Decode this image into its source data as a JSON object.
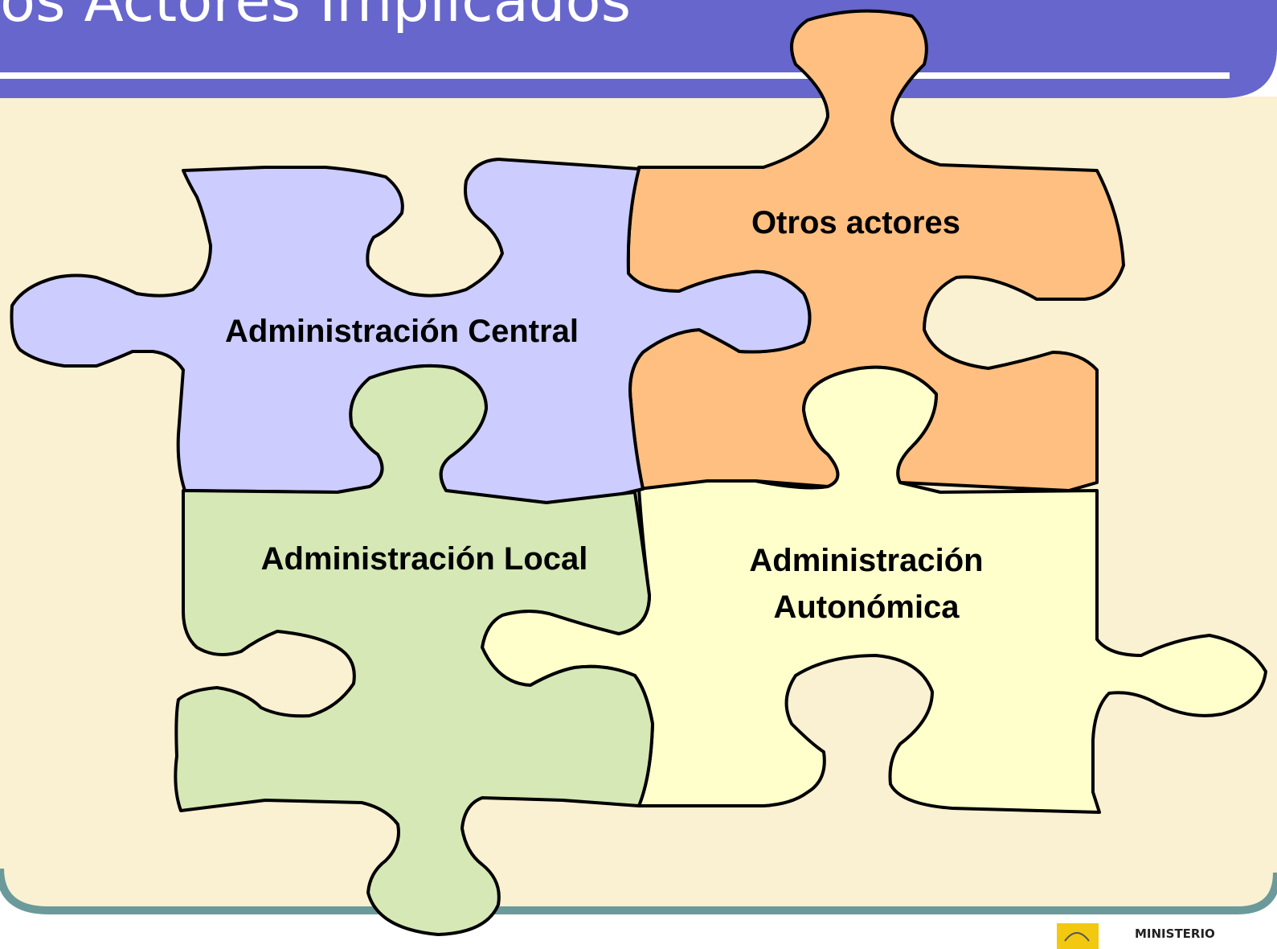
{
  "slide": {
    "title": "os Actores Implicados"
  },
  "pieces": {
    "central": {
      "label": "Administración Central",
      "color": "#CCCCFF"
    },
    "otros": {
      "label": "Otros actores",
      "color": "#FFBF80"
    },
    "local": {
      "label": "Administración Local",
      "color": "#D6E8B5"
    },
    "autonomica": {
      "label_line1": "Administración",
      "label_line2": "Autonómica",
      "color": "#FFFFCC"
    }
  },
  "colors": {
    "banner": "#6666CC",
    "content_bg": "#FAF0D2",
    "frame_line": "#6B9A9A",
    "logo_yellow": "#F2C811"
  },
  "logo": {
    "text": "MINISTERIO"
  }
}
